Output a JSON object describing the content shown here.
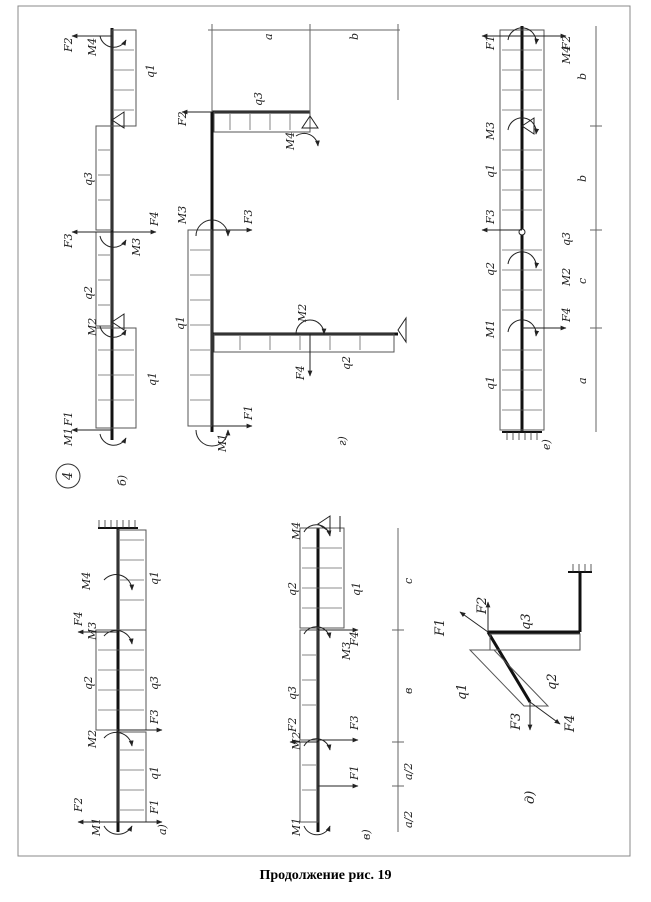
{
  "page": {
    "caption": "Продолжение рис. 19",
    "figure_number": "4"
  },
  "panels": {
    "a": {
      "label": "а)",
      "forces": [
        "F2",
        "F1",
        "F3",
        "F4"
      ],
      "moments": [
        "M1",
        "M2",
        "M3",
        "M4"
      ],
      "loads": [
        "q1",
        "q2",
        "q3",
        "q1"
      ]
    },
    "b": {
      "label": "б)",
      "forces": [
        "F1",
        "F3",
        "F4",
        "F2"
      ],
      "moments": [
        "M1",
        "M2",
        "M3",
        "M4"
      ],
      "loads": [
        "q1",
        "q2",
        "q3",
        "q1"
      ]
    },
    "v": {
      "label": "в)",
      "forces": [
        "F1",
        "F2",
        "F3",
        "F4"
      ],
      "moments": [
        "M1",
        "M2",
        "M3",
        "M4"
      ],
      "loads": [
        "q3",
        "q2",
        "q1"
      ],
      "dims": [
        "a/2",
        "a/2",
        "в",
        "с"
      ]
    },
    "g": {
      "label": "г)",
      "forces": [
        "F1",
        "F2",
        "F3",
        "F4"
      ],
      "moments": [
        "M1",
        "M2",
        "M3",
        "M4"
      ],
      "loads": [
        "q1",
        "q2",
        "q3"
      ],
      "dims": [
        "a",
        "b"
      ]
    },
    "d": {
      "label": "д)",
      "forces": [
        "F1",
        "F2",
        "F3",
        "F4"
      ],
      "loads": [
        "q1",
        "q2",
        "q3"
      ]
    },
    "e": {
      "label": "е)",
      "forces": [
        "F1",
        "F2",
        "F3",
        "F4"
      ],
      "moments": [
        "M1",
        "M2",
        "M3",
        "M4"
      ],
      "loads": [
        "q1",
        "q2",
        "q3",
        "q1"
      ],
      "dims": [
        "a",
        "c",
        "b",
        "b"
      ]
    }
  }
}
